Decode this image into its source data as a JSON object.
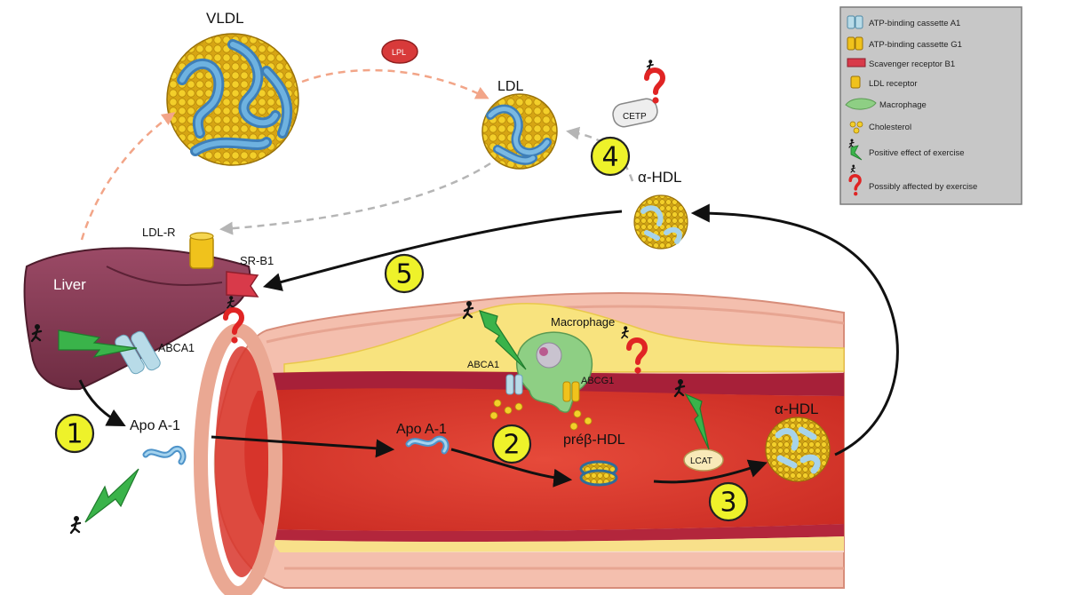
{
  "labels": {
    "vldl": "VLDL",
    "ldl": "LDL",
    "lpl": "LPL",
    "cetp": "CETP",
    "alpha_hdl_top": "α-HDL",
    "alpha_hdl_vessel": "α-HDL",
    "ldl_r": "LDL-R",
    "sr_b1": "SR-B1",
    "liver": "Liver",
    "abca1_liver": "ABCA1",
    "apo_a1_left": "Apo A-1",
    "apo_a1_vessel": "Apo A-1",
    "macrophage": "Macrophage",
    "abca1_mac": "ABCA1",
    "abcg1_mac": "ABCG1",
    "pre_beta_hdl": "préβ-HDL",
    "lcat": "LCAT"
  },
  "steps": [
    "1",
    "2",
    "3",
    "4",
    "5"
  ],
  "legend": {
    "items": [
      {
        "label": "ATP-binding cassette A1",
        "icon": "abca1-cylinder-icon"
      },
      {
        "label": "ATP-binding cassette G1",
        "icon": "abcg1-cylinder-icon"
      },
      {
        "label": "Scavenger receptor B1",
        "icon": "srb1-receptor-icon"
      },
      {
        "label": "LDL receptor",
        "icon": "ldl-receptor-icon"
      },
      {
        "label": "Macrophage",
        "icon": "macrophage-icon"
      },
      {
        "label": "Cholesterol",
        "icon": "cholesterol-icon"
      },
      {
        "label": "Positive effect of exercise",
        "icon": "exercise-bolt-icon"
      },
      {
        "label": "Possibly affected by exercise",
        "icon": "question-mark-icon"
      }
    ]
  },
  "colors": {
    "blood": "#d9352b",
    "vessel_wall": "#f1b8a6",
    "plaque": "#f7e27a",
    "liver": "#8b3f57",
    "lipid_yellow": "#f0c21c",
    "apo_blue": "#4d93c9",
    "exercise_green": "#3ab34a",
    "question_red": "#e02424",
    "step_circle": "#eef22a",
    "legend_bg": "#c7c7c7"
  }
}
